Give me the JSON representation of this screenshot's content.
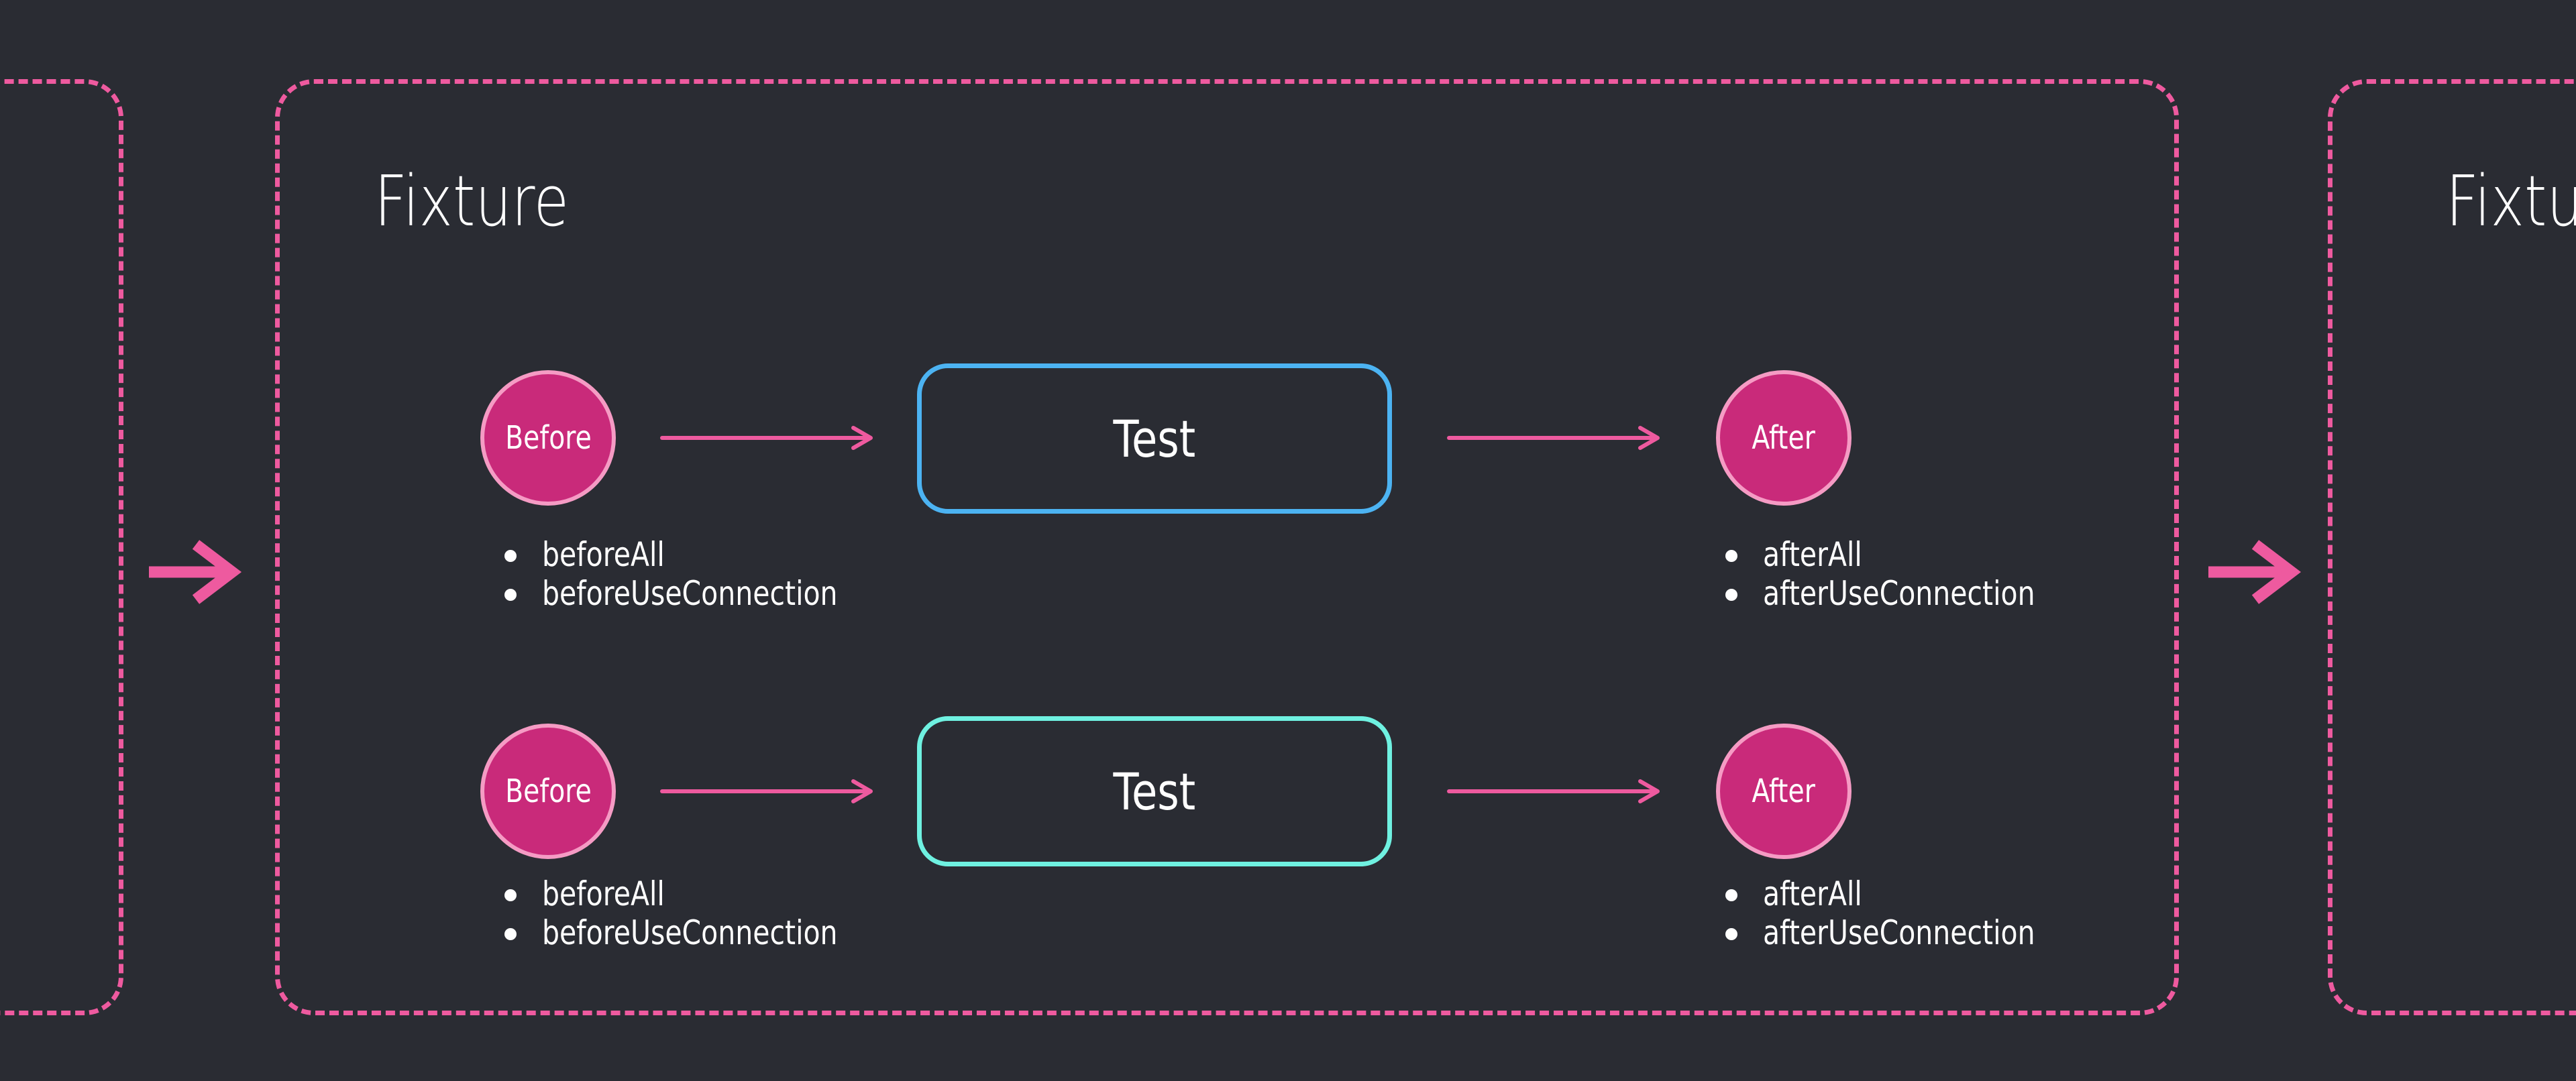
{
  "fixture_main": {
    "title": "Fixture",
    "rows": [
      {
        "before_label": "Before",
        "test_label": "Test",
        "after_label": "After",
        "before_hooks": [
          "beforeAll",
          "beforeUseConnection"
        ],
        "after_hooks": [
          "afterAll",
          "afterUseConnection"
        ]
      },
      {
        "before_label": "Before",
        "test_label": "Test",
        "after_label": "After",
        "before_hooks": [
          "beforeAll",
          "beforeUseConnection"
        ],
        "after_hooks": [
          "afterAll",
          "afterUseConnection"
        ]
      }
    ]
  },
  "fixture_next": {
    "title": "Fixture"
  },
  "colors": {
    "background": "#2a2c33",
    "accent_pink": "#ee5a9f",
    "node_fill": "#c92a7a",
    "node_border": "#f59bc4",
    "test_border_1": "#4cb3f2",
    "test_border_2": "#6ff1e1"
  }
}
